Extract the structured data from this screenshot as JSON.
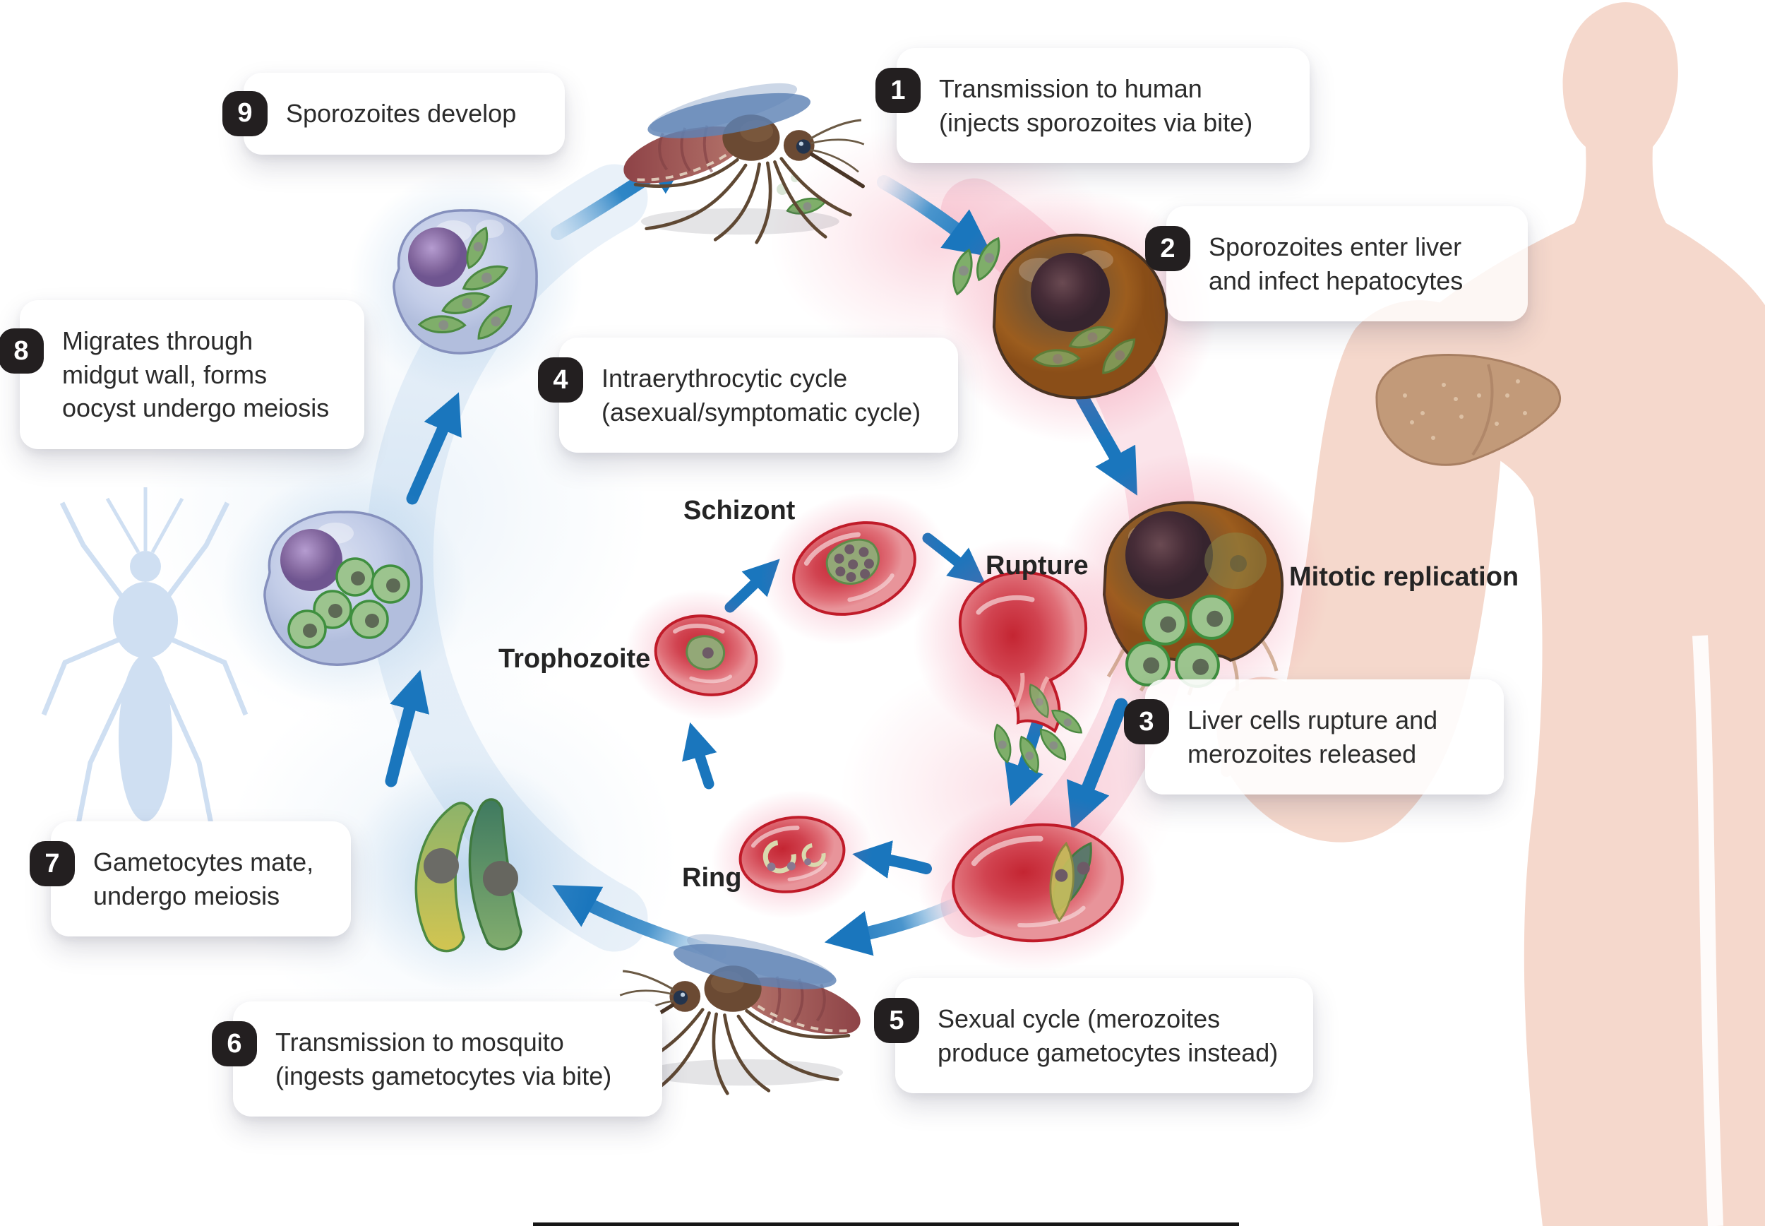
{
  "callouts": [
    {
      "number": "1",
      "text": "Transmission to human\n(injects sporozoites via bite)"
    },
    {
      "number": "2",
      "text": "Sporozoites enter liver\nand infect hepatocytes"
    },
    {
      "number": "3",
      "text": "Liver cells rupture and\nmerozoites released"
    },
    {
      "number": "4",
      "text": "Intraerythrocytic cycle\n(asexual/symptomatic cycle)"
    },
    {
      "number": "5",
      "text": "Sexual cycle (merozoites\nproduce gametocytes instead)"
    },
    {
      "number": "6",
      "text": "Transmission to mosquito\n(ingests gametocytes via bite)"
    },
    {
      "number": "7",
      "text": "Gametocytes mate,\nundergo meiosis"
    },
    {
      "number": "8",
      "text": "Migrates through\nmidgut wall, forms\noocyst undergo meiosis"
    },
    {
      "number": "9",
      "text": "Sporozoites develop"
    }
  ],
  "stage_labels": {
    "schizont": "Schizont",
    "trophozoite": "Trophozoite",
    "ring": "Ring",
    "rupture": "Rupture",
    "mitotic_replication": "Mitotic replication"
  },
  "colors": {
    "arrow_blue": "#1a76bd",
    "badge_bg": "#231f20",
    "text": "#2b2b2b",
    "glow_pink": "#ec4d74",
    "glow_blue": "#8cb9e0",
    "rbc_red": "#c62634",
    "parasite_green": "#7fae6a",
    "oocyst_blue": "#c6d0e8",
    "body_pink": "#f5d8cc",
    "mosquito_silhouette_blue": "#cfdff2"
  }
}
